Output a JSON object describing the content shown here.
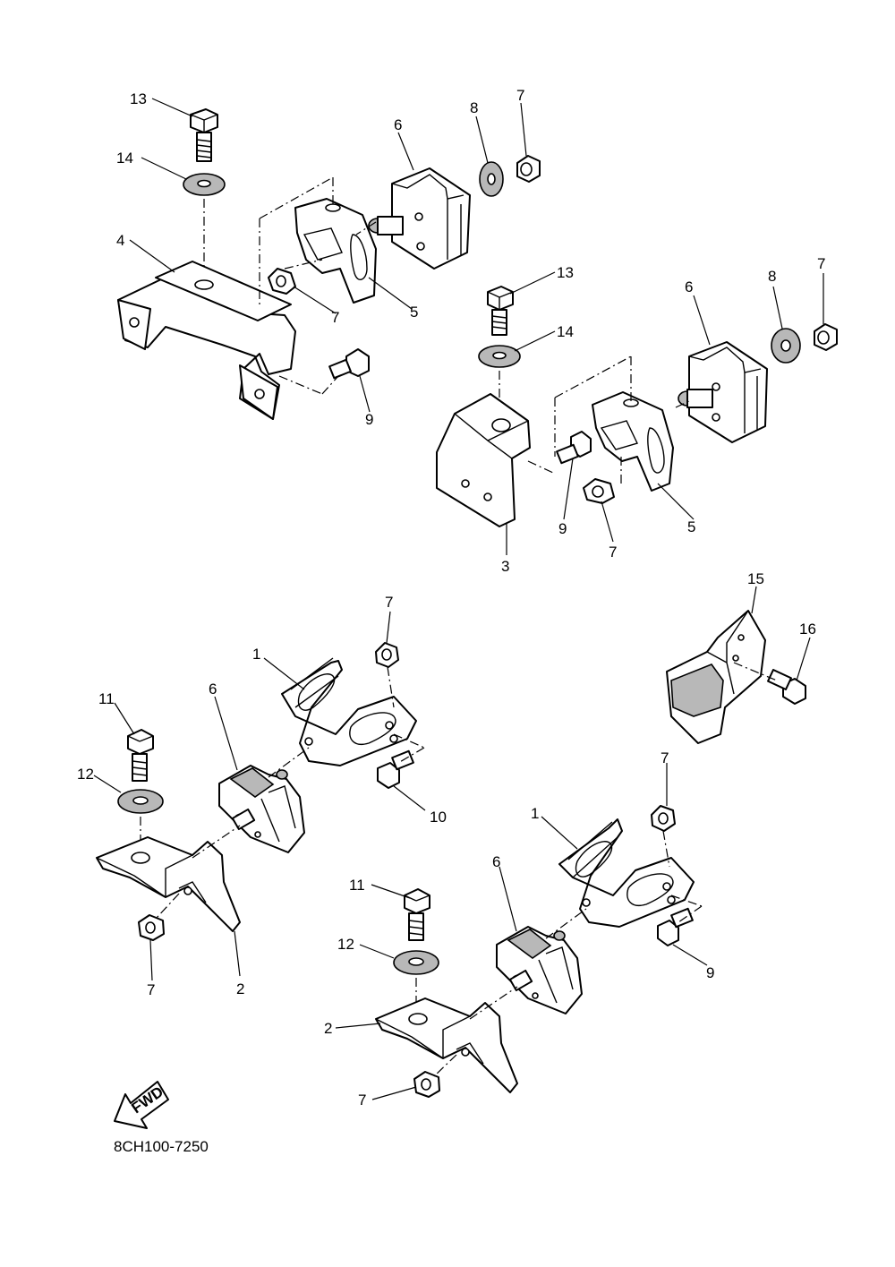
{
  "diagram": {
    "part_code": "8CH100-7250",
    "fwd_label": "FWD",
    "callouts": [
      "13",
      "14",
      "4",
      "6",
      "8",
      "7",
      "5",
      "7",
      "9",
      "13",
      "14",
      "6",
      "8",
      "7",
      "3",
      "9",
      "7",
      "5",
      "7",
      "1",
      "15",
      "16",
      "11",
      "6",
      "12",
      "10",
      "2",
      "7",
      "1",
      "7",
      "11",
      "6",
      "12",
      "9",
      "2",
      "7"
    ]
  }
}
